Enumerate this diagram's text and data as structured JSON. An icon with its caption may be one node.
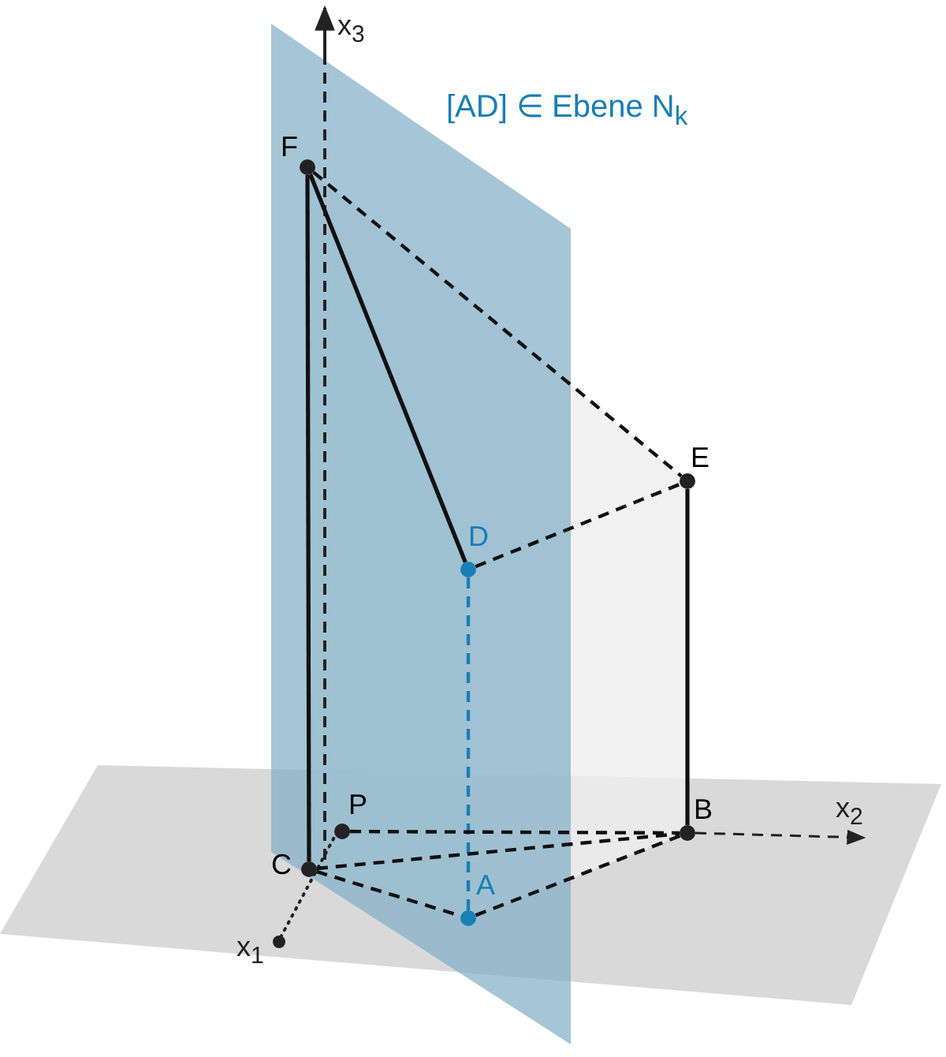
{
  "diagram": {
    "nodes": [
      {
        "text": [
          "F"
        ]
      },
      {
        "text": [
          "E"
        ]
      },
      {
        "text": [
          "D"
        ]
      },
      {
        "text": [
          "P"
        ]
      },
      {
        "text": [
          "B"
        ]
      },
      {
        "text": [
          "C"
        ]
      },
      {
        "text": [
          "A"
        ]
      }
    ],
    "edges": [
      {
        "from": 0,
        "to": 1,
        "arrow": "none",
        "style": "dashed"
      },
      {
        "from": 0,
        "to": 2,
        "arrow": "none"
      },
      {
        "from": 2,
        "to": 1,
        "arrow": "none",
        "style": "dashed"
      },
      {
        "from": 1,
        "to": 4,
        "arrow": "none"
      },
      {
        "from": 2,
        "to": 6,
        "arrow": "none",
        "style": "dashed",
        "color": "#1a7fb5"
      },
      {
        "from": 0,
        "to": 5,
        "arrow": "none"
      },
      {
        "from": 3,
        "to": 4,
        "arrow": "none",
        "style": "dashed"
      },
      {
        "from": 5,
        "to": 4,
        "arrow": "none",
        "style": "dashed"
      },
      {
        "from": 5,
        "to": 6,
        "arrow": "none",
        "style": "dashed"
      },
      {
        "from": 6,
        "to": 4,
        "arrow": "none",
        "style": "dashed"
      }
    ],
    "labels": [
      "x$_{3}$",
      "[AD] ∈ Ebene N$_{k}$",
      "x$_{2}$",
      "x$_{1}$"
    ]
  }
}
